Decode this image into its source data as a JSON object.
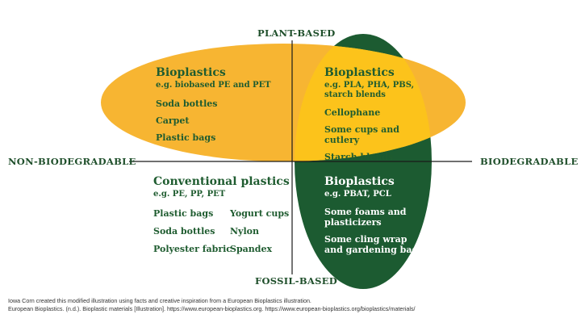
{
  "axes": {
    "top": "PLANT-BASED",
    "bottom": "FOSSIL-BASED",
    "left": "NON-BIODEGRADABLE",
    "right": "BIODEGRADABLE"
  },
  "colors": {
    "orange_ellipse": "#f7b532",
    "green_ellipse": "#1c5b31",
    "overlap": "#fcc31b",
    "text_dark": "#1f5c30",
    "text_light": "#ffffff"
  },
  "quadrants": {
    "top_left": {
      "title": "Bioplastics",
      "subtitle": "e.g. biobased PE and PET",
      "items": [
        "Soda bottles",
        "Carpet",
        "Plastic bags"
      ]
    },
    "top_right": {
      "title": "Bioplastics",
      "subtitle": "e.g. PLA, PHA, PBS, starch blends",
      "items": [
        "Cellophane",
        "Some cups and cutlery",
        "Starch blends"
      ]
    },
    "bottom_left": {
      "title": "Conventional plastics",
      "subtitle": "e.g. PE, PP, PET",
      "col1": [
        "Plastic bags",
        "Soda bottles",
        "Polyester fabric"
      ],
      "col2": [
        "Yogurt cups",
        "Nylon",
        "Spandex"
      ]
    },
    "bottom_right": {
      "title": "Bioplastics",
      "subtitle": "e.g. PBAT, PCL",
      "items": [
        "Some foams and plasticizers",
        "Some cling wrap and gardening bags"
      ]
    }
  },
  "footer": {
    "line1": "Iowa Corn created this modified illustration using facts and creative inspiration from a European Bioplastics illustration.",
    "line2": "European Bioplastics. (n.d.). Bioplastic materials [Illustration]. https://www.european-bioplastics.org. https://www.european-bioplastics.org/bioplastics/materials/"
  }
}
